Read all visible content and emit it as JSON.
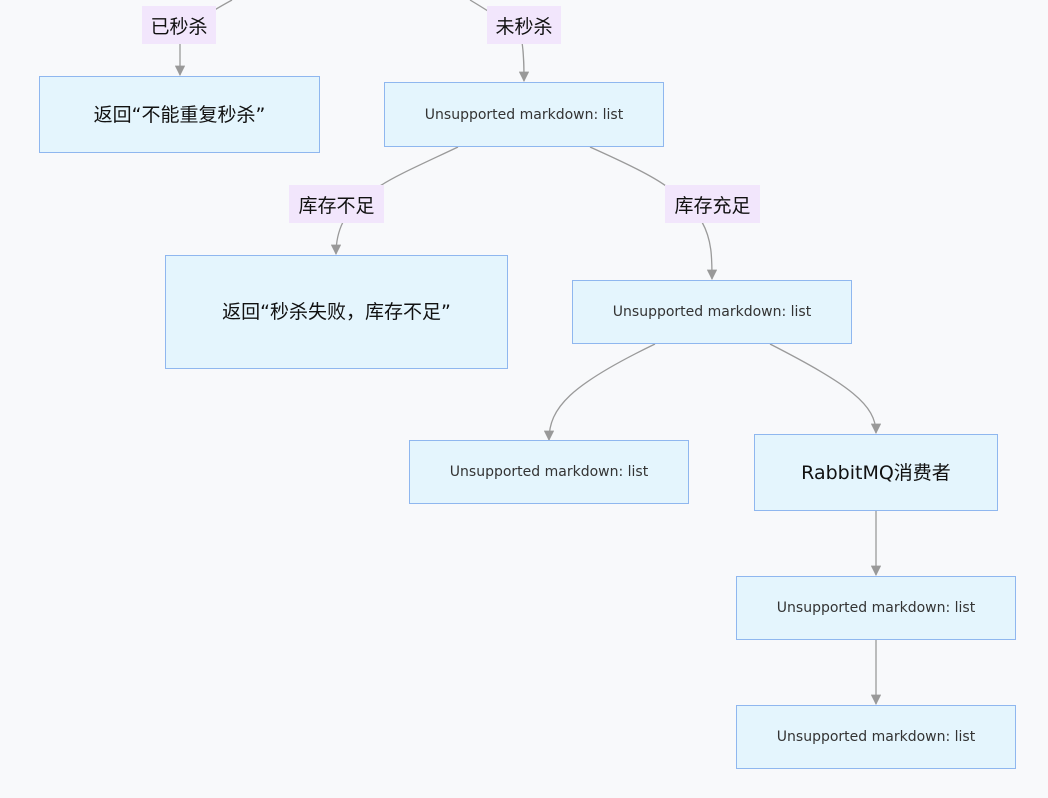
{
  "nodes": {
    "return_duplicate": "返回“不能重复秒杀”",
    "list_1": "Unsupported markdown: list",
    "return_stock_fail": "返回“秒杀失败，库存不足”",
    "list_2": "Unsupported markdown: list",
    "list_3": "Unsupported markdown: list",
    "rabbitmq_consumer": "RabbitMQ消费者",
    "list_4": "Unsupported markdown: list",
    "list_5": "Unsupported markdown: list"
  },
  "edge_labels": {
    "already": "已秒杀",
    "not_yet": "未秒杀",
    "stock_short": "库存不足",
    "stock_enough": "库存充足"
  },
  "colors": {
    "background": "#f8f9fb",
    "node_fill": "#e4f5fd",
    "node_border": "#8fb7ef",
    "edge_label_fill": "#f2e6fc",
    "edge_line": "#999999"
  }
}
